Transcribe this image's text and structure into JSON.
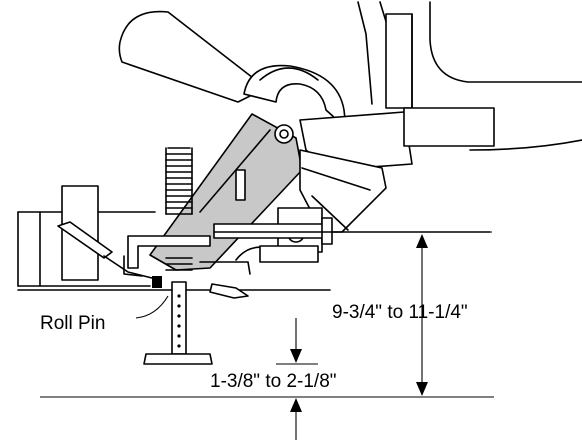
{
  "labels": {
    "roll_pin": "Roll Pin",
    "height_range": "9-3/4\" to 11-1/4\"",
    "clearance_range": "1-3/8\" to 2-1/8\""
  },
  "colors": {
    "line": "#000000",
    "fill_gray": "#c8c8c8",
    "background": "#ffffff"
  }
}
